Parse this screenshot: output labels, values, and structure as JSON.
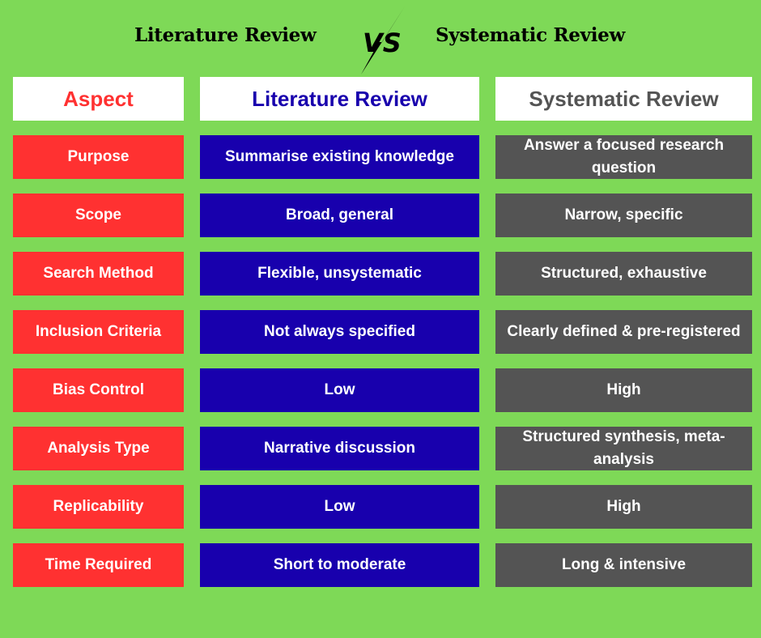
{
  "header": {
    "left_title": "Literature Review",
    "vs_icon": "vs-lightning-icon",
    "right_title": "Systematic Review"
  },
  "colors": {
    "background": "#7ED957",
    "aspect": "#FF3131",
    "literature": "#1800AD",
    "systematic": "#545454",
    "header_cell": "#FFFFFF"
  },
  "table": {
    "columns": [
      "Aspect",
      "Literature Review",
      "Systematic Review"
    ],
    "rows": [
      {
        "aspect": "Purpose",
        "literature": "Summarise existing knowledge",
        "systematic": "Answer a focused research question"
      },
      {
        "aspect": "Scope",
        "literature": "Broad, general",
        "systematic": "Narrow, specific"
      },
      {
        "aspect": "Search Method",
        "literature": "Flexible, unsystematic",
        "systematic": "Structured, exhaustive"
      },
      {
        "aspect": "Inclusion Criteria",
        "literature": "Not always specified",
        "systematic": "Clearly defined & pre-registered"
      },
      {
        "aspect": "Bias Control",
        "literature": "Low",
        "systematic": "High"
      },
      {
        "aspect": "Analysis Type",
        "literature": "Narrative discussion",
        "systematic": "Structured synthesis, meta-analysis"
      },
      {
        "aspect": "Replicability",
        "literature": "Low",
        "systematic": "High"
      },
      {
        "aspect": "Time Required",
        "literature": "Short to moderate",
        "systematic": "Long & intensive"
      }
    ]
  }
}
